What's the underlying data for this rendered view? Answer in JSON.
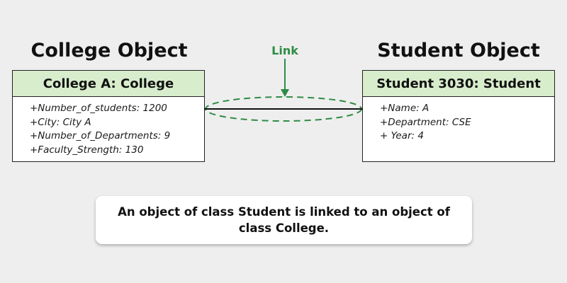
{
  "college": {
    "heading": "College Object",
    "header": "College A: College",
    "attributes": [
      "+Number_of_students: 1200",
      "+City: City A",
      "+Number_of_Departments: 9",
      "+Faculty_Strength: 130"
    ]
  },
  "student": {
    "heading": "Student Object",
    "header": "Student 3030: Student",
    "attributes": [
      "+Name: A",
      "+Department: CSE",
      "+ Year: 4"
    ]
  },
  "link": {
    "label": "Link"
  },
  "caption": "An object of class Student is linked to an object of class College.",
  "colors": {
    "header_fill": "#d8edcc",
    "link_green": "#2e8b45",
    "background": "#eeeeee"
  }
}
